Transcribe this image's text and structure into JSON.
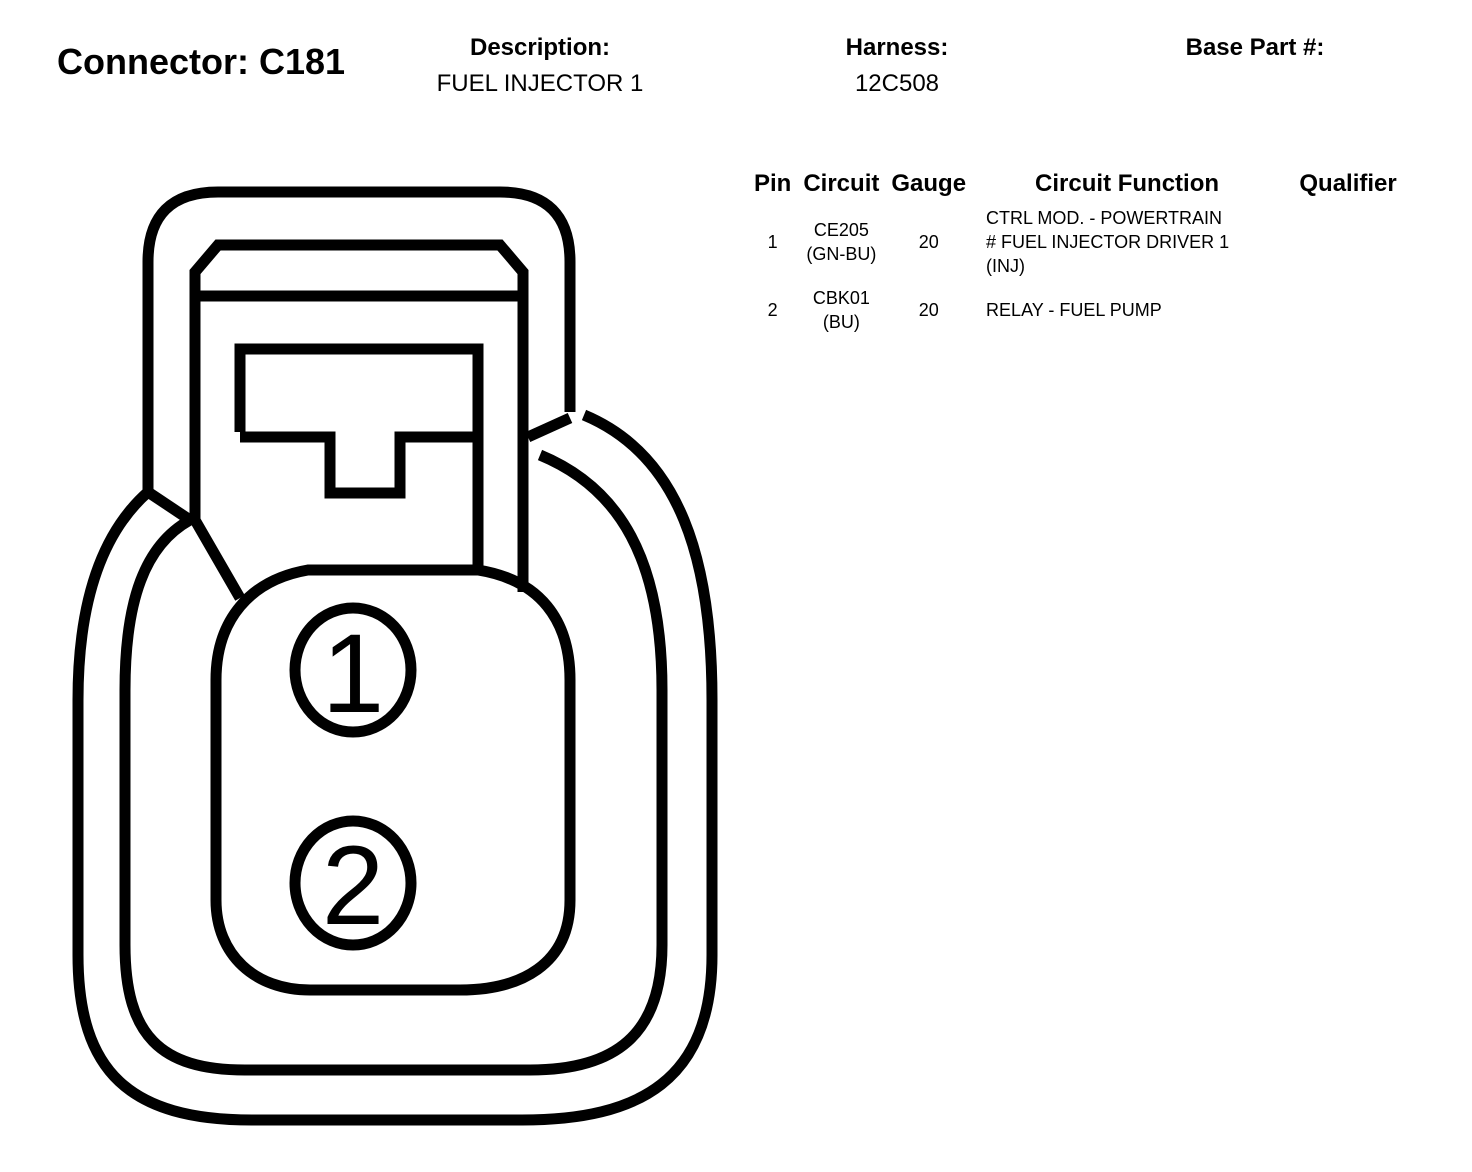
{
  "connector": {
    "label": "Connector: C181"
  },
  "description": {
    "label": "Description:",
    "value": "FUEL INJECTOR 1"
  },
  "harness": {
    "label": "Harness:",
    "value": "12C508"
  },
  "base_part": {
    "label": "Base Part #:",
    "value": ""
  },
  "table": {
    "headers": [
      "Pin",
      "Circuit",
      "Gauge",
      "Circuit Function",
      "Qualifier"
    ],
    "rows": [
      {
        "pin": "1",
        "circuit": "CE205",
        "color": "(GN-BU)",
        "gauge": "20",
        "function_lines": [
          "CTRL MOD. - POWERTRAIN",
          "# FUEL INJECTOR DRIVER 1",
          "(INJ)"
        ],
        "qualifier": ""
      },
      {
        "pin": "2",
        "circuit": "CBK01",
        "color": "(BU)",
        "gauge": "20",
        "function_lines": [
          "RELAY - FUEL PUMP"
        ],
        "qualifier": ""
      }
    ]
  },
  "drawing": {
    "pin_labels": [
      "1",
      "2"
    ],
    "stroke_color": "#000000"
  }
}
